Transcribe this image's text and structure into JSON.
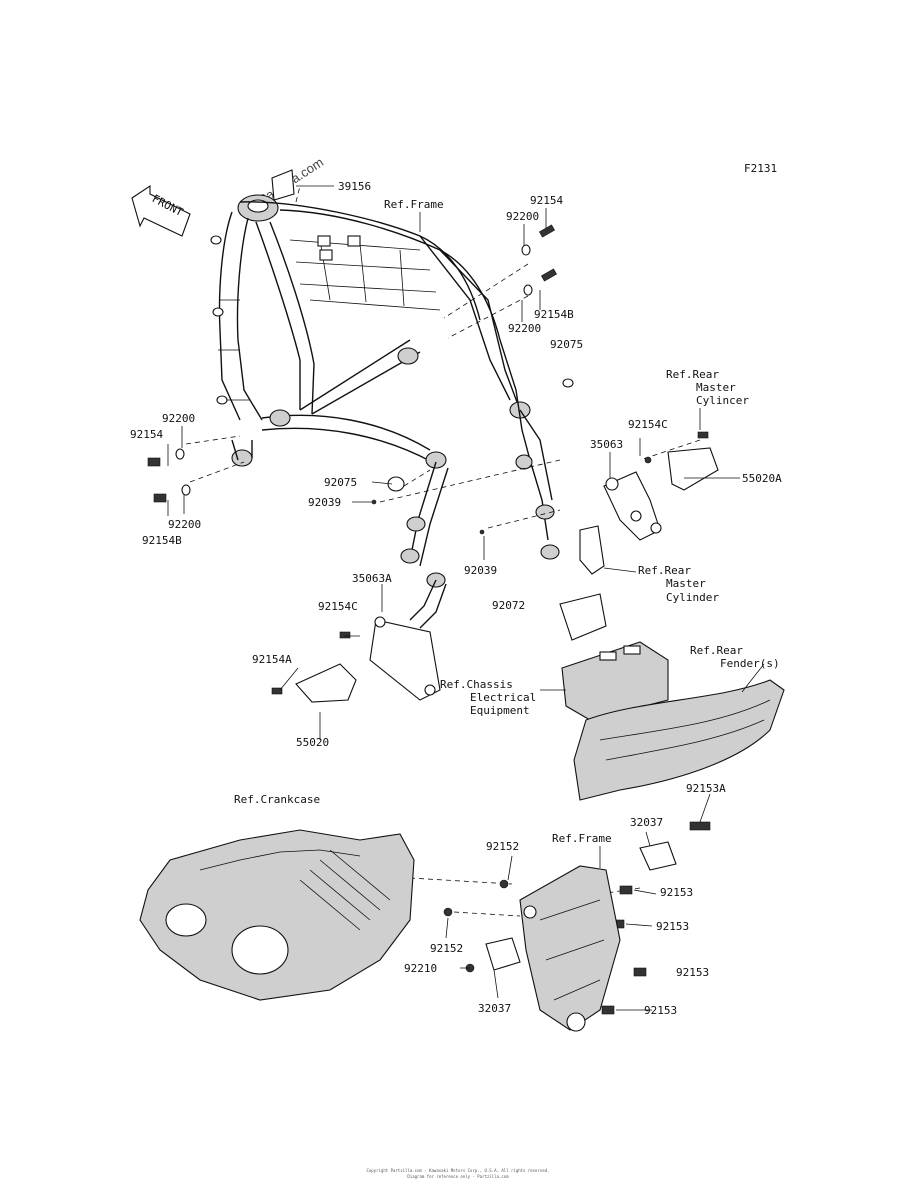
{
  "diagram_code": "F2131",
  "watermark": "Partzilla.com",
  "front_label": "FRONT",
  "labels": {
    "p39156": "39156",
    "ref_frame_top": "Ref.Frame",
    "p92154_top": "92154",
    "p92200_top": "92200",
    "p92154b_top": "92154B",
    "p92200_mid": "92200",
    "p92075_right": "92075",
    "ref_rear_mc1": "Ref.Rear",
    "ref_rear_mc2": "Master",
    "ref_rear_mc3": "Cylincer",
    "p92154c_right": "92154C",
    "p35063": "35063",
    "p55020a": "55020A",
    "p92200_left": "92200",
    "p92154_left": "92154",
    "p92075_left": "92075",
    "p92039_left": "92039",
    "p92200_left2": "92200",
    "p92154b_left": "92154B",
    "p92039_mid": "92039",
    "ref_rear_mc_b1": "Ref.Rear",
    "ref_rear_mc_b2": "Master",
    "ref_rear_mc_b3": "Cylinder",
    "p35063a": "35063A",
    "p92072": "92072",
    "p92154c_left": "92154C",
    "p92154a": "92154A",
    "p55020": "55020",
    "ref_chassis1": "Ref.Chassis",
    "ref_chassis2": "Electrical",
    "ref_chassis3": "Equipment",
    "ref_fender1": "Ref.Rear",
    "ref_fender2": "Fender(s)",
    "ref_crankcase": "Ref.Crankcase",
    "p92153a": "92153A",
    "p32037_top": "32037",
    "ref_frame_bot": "Ref.Frame",
    "p92152_top": "92152",
    "p92153_1": "92153",
    "p92153_2": "92153",
    "p92152_bot": "92152",
    "p92210": "92210",
    "p92153_3": "92153",
    "p32037_bot": "32037",
    "p92153_4": "92153"
  },
  "footer": {
    "line1": "Copyright Partzilla.com - Kawasaki Motors Corp., U.S.A. All rights reserved.",
    "line2": "Diagram for reference only - Partzilla.com"
  }
}
